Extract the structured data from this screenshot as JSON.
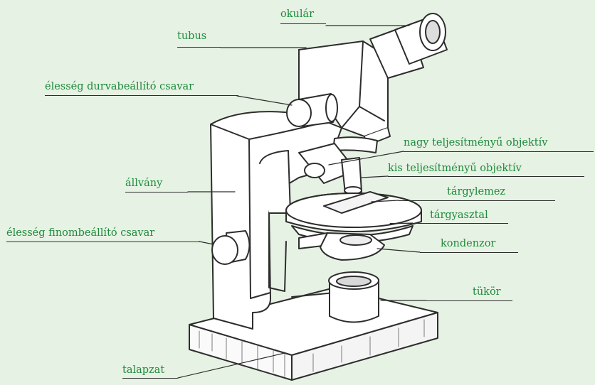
{
  "diagram": {
    "labels": {
      "okular": "okulár",
      "tubus": "tubus",
      "coarse_focus": "élesség durvabeállító csavar",
      "high_power_objective": "nagy teljesítményű objektív",
      "low_power_objective": "kis teljesítményű objektív",
      "stand": "állvány",
      "slide": "tárgylemez",
      "stage": "tárgyasztal",
      "fine_focus": "élesség finombeállító csavar",
      "condenser": "kondenzor",
      "mirror": "tükör",
      "base": "talapzat"
    },
    "colors": {
      "background": "#e6f2e3",
      "label_text": "#1e8a3c",
      "line": "#2d2d2d"
    }
  }
}
